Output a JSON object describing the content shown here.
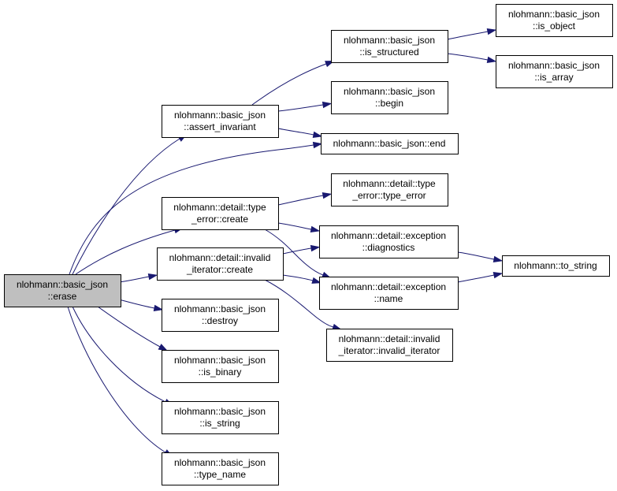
{
  "colors": {
    "edge": "#191970",
    "root_fill": "#bfbfbf",
    "node_fill": "#ffffff",
    "border": "#000000"
  },
  "nodes": {
    "erase": {
      "lines": [
        "nlohmann::basic_json",
        "::erase"
      ]
    },
    "assert_invariant": {
      "lines": [
        "nlohmann::basic_json",
        "::assert_invariant"
      ]
    },
    "type_error_create": {
      "lines": [
        "nlohmann::detail::type",
        "_error::create"
      ]
    },
    "invalid_iterator_create": {
      "lines": [
        "nlohmann::detail::invalid",
        "_iterator::create"
      ]
    },
    "destroy": {
      "lines": [
        "nlohmann::basic_json",
        "::destroy"
      ]
    },
    "is_binary": {
      "lines": [
        "nlohmann::basic_json",
        "::is_binary"
      ]
    },
    "is_string": {
      "lines": [
        "nlohmann::basic_json",
        "::is_string"
      ]
    },
    "type_name": {
      "lines": [
        "nlohmann::basic_json",
        "::type_name"
      ]
    },
    "is_structured": {
      "lines": [
        "nlohmann::basic_json",
        "::is_structured"
      ]
    },
    "begin": {
      "lines": [
        "nlohmann::basic_json",
        "::begin"
      ]
    },
    "end": {
      "lines": [
        "nlohmann::basic_json::end"
      ]
    },
    "type_error_ctor": {
      "lines": [
        "nlohmann::detail::type",
        "_error::type_error"
      ]
    },
    "diagnostics": {
      "lines": [
        "nlohmann::detail::exception",
        "::diagnostics"
      ]
    },
    "exception_name": {
      "lines": [
        "nlohmann::detail::exception",
        "::name"
      ]
    },
    "invalid_iterator_ctor": {
      "lines": [
        "nlohmann::detail::invalid",
        "_iterator::invalid_iterator"
      ]
    },
    "is_object": {
      "lines": [
        "nlohmann::basic_json",
        "::is_object"
      ]
    },
    "is_array": {
      "lines": [
        "nlohmann::basic_json",
        "::is_array"
      ]
    },
    "to_string": {
      "lines": [
        "nlohmann::to_string"
      ]
    }
  },
  "edges": [
    [
      "erase",
      "assert_invariant"
    ],
    [
      "erase",
      "end"
    ],
    [
      "erase",
      "type_error_create"
    ],
    [
      "erase",
      "invalid_iterator_create"
    ],
    [
      "erase",
      "destroy"
    ],
    [
      "erase",
      "is_binary"
    ],
    [
      "erase",
      "is_string"
    ],
    [
      "erase",
      "type_name"
    ],
    [
      "assert_invariant",
      "is_structured"
    ],
    [
      "assert_invariant",
      "begin"
    ],
    [
      "assert_invariant",
      "end"
    ],
    [
      "is_structured",
      "is_object"
    ],
    [
      "is_structured",
      "is_array"
    ],
    [
      "type_error_create",
      "type_error_ctor"
    ],
    [
      "type_error_create",
      "diagnostics"
    ],
    [
      "type_error_create",
      "exception_name"
    ],
    [
      "invalid_iterator_create",
      "diagnostics"
    ],
    [
      "invalid_iterator_create",
      "exception_name"
    ],
    [
      "invalid_iterator_create",
      "invalid_iterator_ctor"
    ],
    [
      "diagnostics",
      "to_string"
    ],
    [
      "exception_name",
      "to_string"
    ]
  ]
}
